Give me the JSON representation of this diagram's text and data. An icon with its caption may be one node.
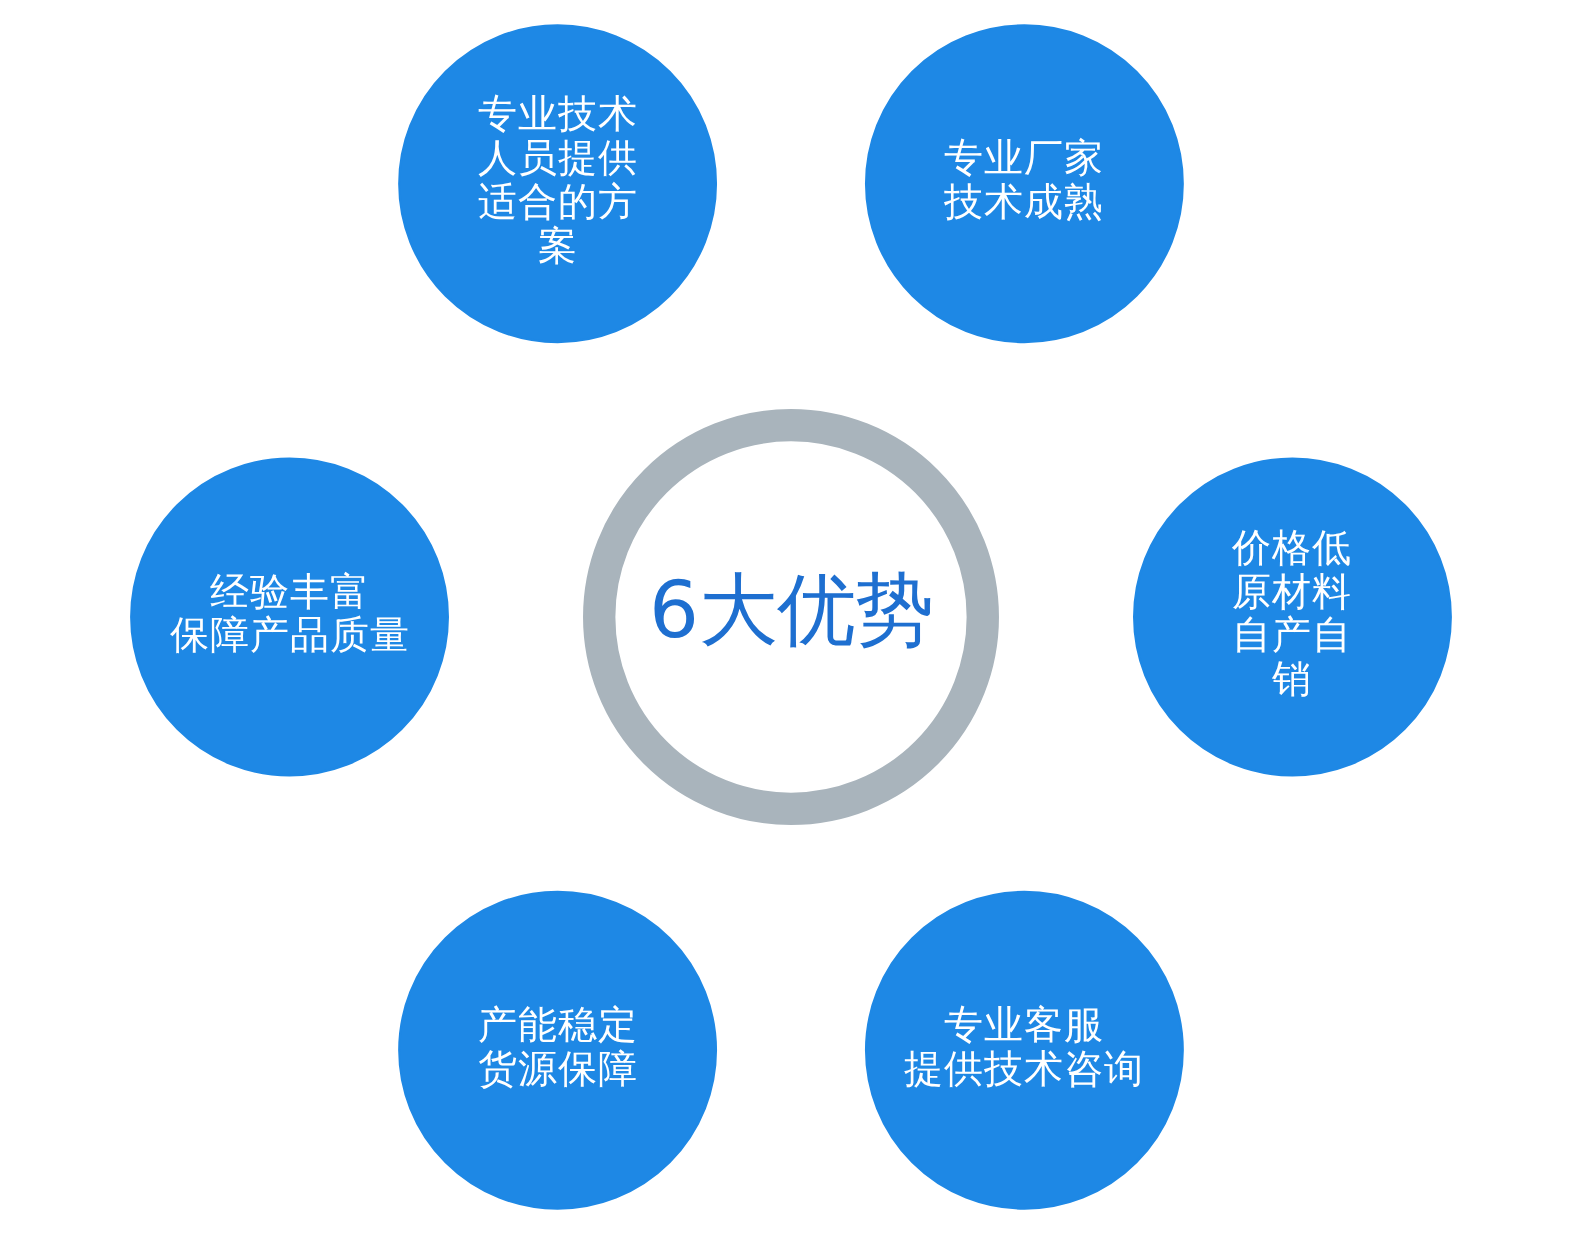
{
  "diagram": {
    "nodes": [
      {
        "text": [
          "专业技术人员提供适合的方案"
        ]
      },
      {
        "text": [
          "专业厂家技术成熟"
        ]
      },
      {
        "text": [
          "6大优势"
        ]
      },
      {
        "text": [
          "经验丰富保障产品质量"
        ]
      },
      {
        "text": [
          "价格低原材料自产自销"
        ]
      },
      {
        "text": [
          "产能稳定货源保障"
        ]
      },
      {
        "text": [
          "专业客服提供技术咨询"
        ]
      }
    ]
  }
}
